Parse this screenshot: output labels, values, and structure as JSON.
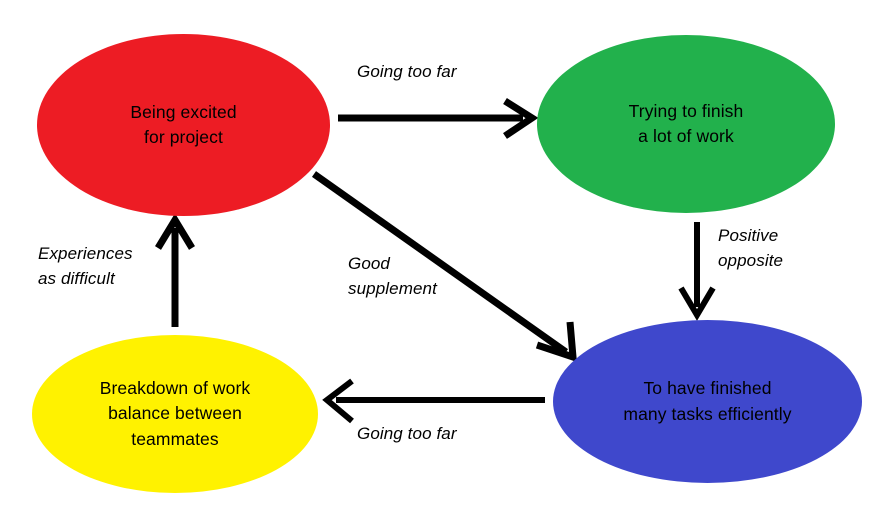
{
  "diagram": {
    "type": "cycle-diagram",
    "background_color": "#FFFFFF",
    "nodes": [
      {
        "id": "red",
        "label": "Being excited\nfor project",
        "color": "#ED1C24",
        "color_name": "red"
      },
      {
        "id": "green",
        "label": "Trying to finish\na lot of work",
        "color": "#22B14C",
        "color_name": "green"
      },
      {
        "id": "blue",
        "label": "To have finished\nmany tasks efficiently",
        "color": "#3F48CC",
        "color_name": "blue"
      },
      {
        "id": "yellow",
        "label": "Breakdown of work\nbalance between\nteammates",
        "color": "#FFF200",
        "color_name": "yellow"
      }
    ],
    "edges": [
      {
        "id": "red-to-green",
        "from": "red",
        "to": "green",
        "label": "Going too far",
        "color": "#000000"
      },
      {
        "id": "green-to-blue",
        "from": "green",
        "to": "blue",
        "label": "Positive\nopposite",
        "color": "#000000"
      },
      {
        "id": "blue-to-yellow",
        "from": "blue",
        "to": "yellow",
        "label": "Going too far",
        "color": "#000000"
      },
      {
        "id": "yellow-to-red",
        "from": "yellow",
        "to": "red",
        "label": "Experiences\nas difficult",
        "color": "#000000"
      },
      {
        "id": "red-to-blue",
        "from": "red",
        "to": "blue",
        "label": "Good\nsupplement",
        "color": "#000000"
      }
    ]
  }
}
